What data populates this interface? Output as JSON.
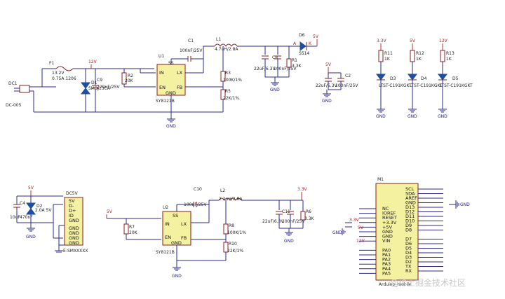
{
  "labels": {
    "dc1": "DC1",
    "dc005": "DC-005",
    "f1": "F1",
    "f1_v": "13.2V",
    "f1_a": "0.75A 1206",
    "d1": "D1",
    "d1_val": "SMBJ13CA",
    "c9": "C9",
    "c9_val": "220uF/25V",
    "v12_top": "12V",
    "r2": "R2",
    "r2_val": "20K",
    "u1": "U1",
    "u1_ss": "SS",
    "u1_in": "IN",
    "u1_lx": "LX",
    "u1_en": "EN",
    "u1_fb": "FB",
    "u1_gnd": "GND",
    "u1_part": "SY8121B",
    "c1": "C1",
    "c1_val": "100nF/25V",
    "l1": "L1",
    "l1_val": "4.7uH/2.8A",
    "r3": "R3",
    "r3_val": "100K/1%",
    "r5": "R5",
    "r5_val": "22K/1%",
    "d6": "D6",
    "d6_a": "A",
    "d6_k": "K",
    "ss14": "SS14",
    "v5_top": "5V",
    "c8": "C8",
    "c8_val": "22uF/6.3V",
    "c5_val": "100nF/25V",
    "r1": "R1",
    "r1_val": "3.3K",
    "gnd": "GND",
    "c2": "C2",
    "c2_val": "22uF/6.3V",
    "c3_val": "100nF/25V",
    "v5_c2": "5V",
    "v33_r11": "3.3V",
    "r11": "R11",
    "r11_val": "1K",
    "v5_r12": "5V",
    "r12": "R12",
    "r12_val": "1K",
    "v12_r13": "12V",
    "r13": "R13",
    "r13_val": "1K",
    "d3": "D3",
    "d4": "D4",
    "d5": "D5",
    "led_part": "LTST-C191KGKT",
    "v5_usb": "5V",
    "c4": "C4",
    "c4_val": "10uF",
    "c47_val": "470nF",
    "d2": "D2",
    "d2_val": "2.0A 5V",
    "dc5v": "DC5V",
    "usb_5v": "5V",
    "usb_dm": "D-",
    "usb_dp": "D+",
    "usb_id": "ID",
    "usb_gnd": "GND",
    "usb_part": "E-SMXXXXX",
    "v5_u2": "5V",
    "r7": "R7",
    "r7_val": "20K",
    "u2": "U2",
    "u2_part": "SY8121B",
    "c10": "C10",
    "c10_val": "100nF/25V",
    "l2": "L2",
    "l2_val": "2.2uH/2.8A",
    "r8": "R8",
    "r8_val": "100K/1%",
    "r10": "R10",
    "r10_val": "22K/1%",
    "v33_out": "3.3V",
    "c16_val": "22uF/6.3V",
    "c11_val": "100nF/25V",
    "c11": "C11",
    "r6": "R6",
    "r6_val": "3.3K",
    "m1": "M1",
    "ard_part": "Arduino_mobile",
    "ard_left": [
      "NC",
      "IOREF",
      "RESET",
      "+3.3V",
      "+5V",
      "GND",
      "GND",
      "VIN",
      "",
      "PA0",
      "PA1",
      "PA2",
      "PA3",
      "PA4",
      "PA5"
    ],
    "ard_right": [
      "SCL",
      "SDA",
      "AREF",
      "GND",
      "D13",
      "D12",
      "D11",
      "D10",
      "D9",
      "D8",
      "",
      "D7",
      "D6",
      "D5",
      "D4",
      "D3",
      "D2",
      "TX",
      "RX"
    ],
    "ard_3v3": "3.3V",
    "ard_5v": "5V",
    "ard_12v": "12V",
    "watermark": "@稀土掘金技术社区"
  }
}
